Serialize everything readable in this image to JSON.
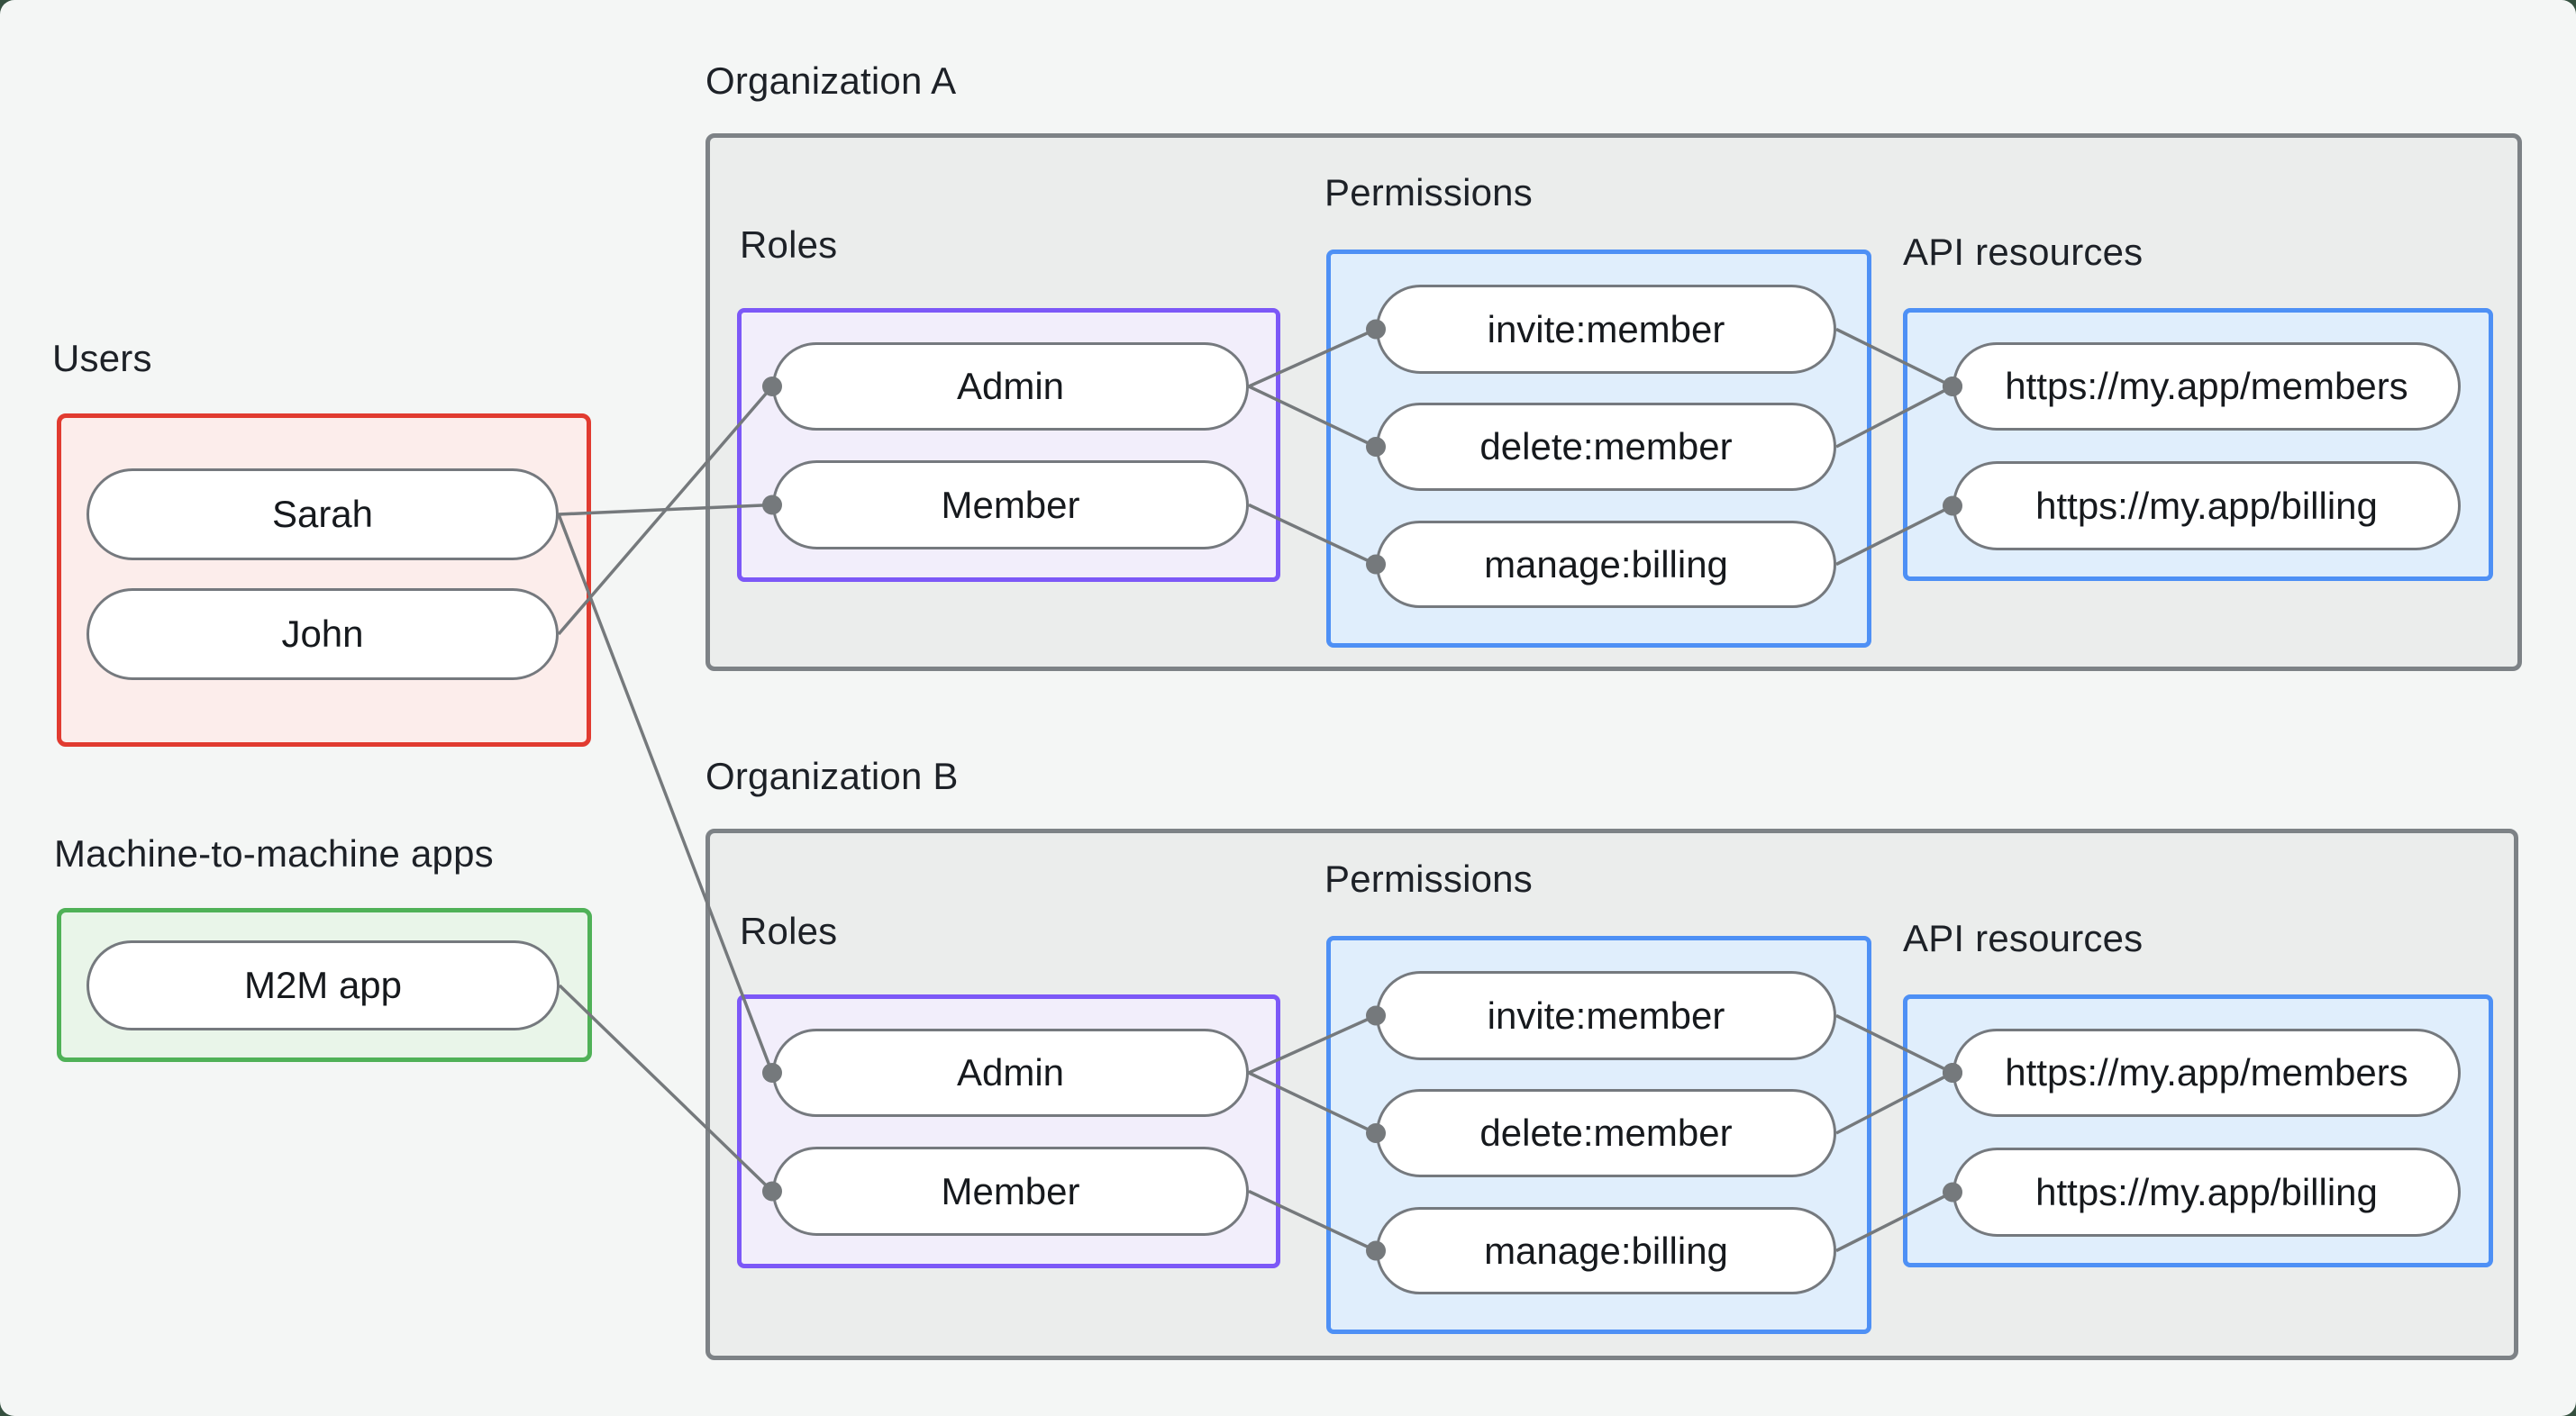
{
  "theme": {
    "canvas_bg": "#f4f6f5",
    "page_corner_bg": "#35503f",
    "org_box_bg": "#ebedec",
    "org_box_border": "#7d8286",
    "users_accent": "#e13b30",
    "users_bg": "#fcedeb",
    "m2m_accent": "#4fb157",
    "m2m_bg": "#e9f5e9",
    "roles_accent": "#7c58f7",
    "roles_bg": "#f2eefb",
    "permissions_accent": "#4e90f5",
    "permissions_bg": "#e0eefc",
    "node_bg": "#ffffff",
    "node_border": "#75797e",
    "connector": "#75797c",
    "text": "#1d2127"
  },
  "users": {
    "label": "Users",
    "items": [
      {
        "id": "sarah",
        "label": "Sarah"
      },
      {
        "id": "john",
        "label": "John"
      }
    ]
  },
  "m2m": {
    "label": "Machine-to-machine apps",
    "items": [
      {
        "id": "m2m-app",
        "label": "M2M app"
      }
    ]
  },
  "org_a": {
    "label": "Organization A",
    "roles": {
      "label": "Roles",
      "items": [
        {
          "id": "a-admin",
          "label": "Admin"
        },
        {
          "id": "a-member",
          "label": "Member"
        }
      ]
    },
    "permissions": {
      "label": "Permissions",
      "items": [
        {
          "id": "a-invite",
          "label": "invite:member"
        },
        {
          "id": "a-delete",
          "label": "delete:member"
        },
        {
          "id": "a-manage",
          "label": "manage:billing"
        }
      ]
    },
    "api": {
      "label": "API resources",
      "items": [
        {
          "id": "a-members",
          "label": "https://my.app/members"
        },
        {
          "id": "a-billing",
          "label": "https://my.app/billing"
        }
      ]
    }
  },
  "org_b": {
    "label": "Organization B",
    "roles": {
      "label": "Roles",
      "items": [
        {
          "id": "b-admin",
          "label": "Admin"
        },
        {
          "id": "b-member",
          "label": "Member"
        }
      ]
    },
    "permissions": {
      "label": "Permissions",
      "items": [
        {
          "id": "b-invite",
          "label": "invite:member"
        },
        {
          "id": "b-delete",
          "label": "delete:member"
        },
        {
          "id": "b-manage",
          "label": "manage:billing"
        }
      ]
    },
    "api": {
      "label": "API resources",
      "items": [
        {
          "id": "b-members",
          "label": "https://my.app/members"
        },
        {
          "id": "b-billing",
          "label": "https://my.app/billing"
        }
      ]
    }
  },
  "edges": [
    {
      "from": "sarah",
      "to": "a-member"
    },
    {
      "from": "john",
      "to": "a-admin"
    },
    {
      "from": "sarah",
      "to": "b-admin"
    },
    {
      "from": "m2m-app",
      "to": "b-member"
    },
    {
      "from": "a-admin",
      "to": "a-invite"
    },
    {
      "from": "a-admin",
      "to": "a-delete"
    },
    {
      "from": "a-member",
      "to": "a-manage"
    },
    {
      "from": "a-invite",
      "to": "a-members"
    },
    {
      "from": "a-delete",
      "to": "a-members"
    },
    {
      "from": "a-manage",
      "to": "a-billing"
    },
    {
      "from": "b-admin",
      "to": "b-invite"
    },
    {
      "from": "b-admin",
      "to": "b-delete"
    },
    {
      "from": "b-member",
      "to": "b-manage"
    },
    {
      "from": "b-invite",
      "to": "b-members"
    },
    {
      "from": "b-delete",
      "to": "b-members"
    },
    {
      "from": "b-manage",
      "to": "b-billing"
    }
  ]
}
